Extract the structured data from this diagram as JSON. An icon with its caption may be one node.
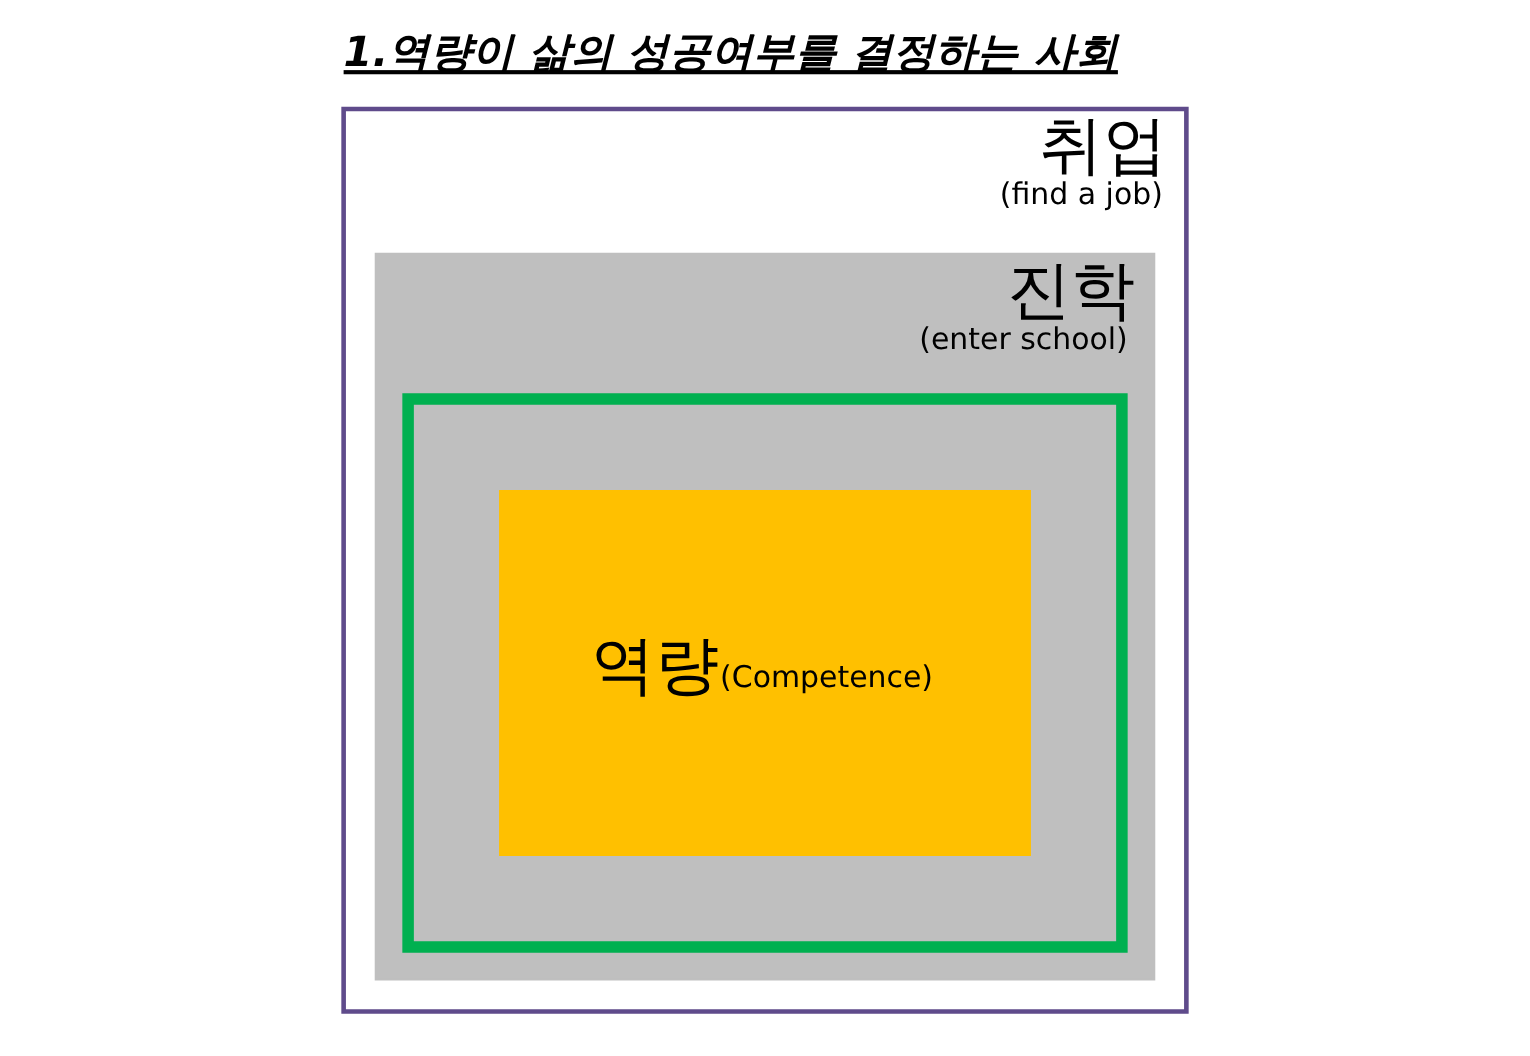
{
  "diagram": {
    "title": "1.역량이 삶의 성공여부를 결정하는 사회",
    "nodes": [
      {
        "text": [
          "취업",
          "(find a job)"
        ]
      },
      {
        "text": [
          "진학",
          "(enter school)"
        ],
        "in": 0
      },
      {
        "text": [],
        "shape": "box",
        "in": 1
      },
      {
        "text": [
          "역량",
          "(Competence)"
        ],
        "in": 2
      }
    ],
    "edges": []
  }
}
